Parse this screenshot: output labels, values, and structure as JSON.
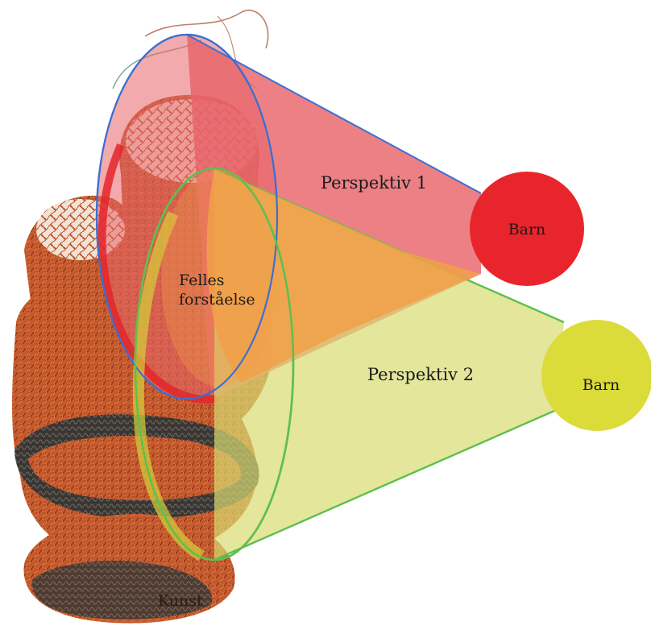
{
  "labels": {
    "perspective1": "Perspektiv 1",
    "perspective2": "Perspektiv 2",
    "shared_understanding_line1": "Felles",
    "shared_understanding_line2": "forståelse",
    "child1": "Barn",
    "child2": "Barn",
    "art": "Kunst"
  },
  "colors": {
    "perspective1_fill": "#e8646a",
    "perspective1_outline": "#3d6fd0",
    "perspective2_fill": "#d8dc72",
    "perspective2_outline": "#5fbf4f",
    "overlap_fill": "#f2a049",
    "child1_circle": "#e8252c",
    "child2_circle": "#dbdb3a",
    "sculpture": "#c9542a",
    "sculpture_dark": "#3a3632"
  },
  "icons": {
    "sculpture": "woven-net-sculpture-image"
  }
}
